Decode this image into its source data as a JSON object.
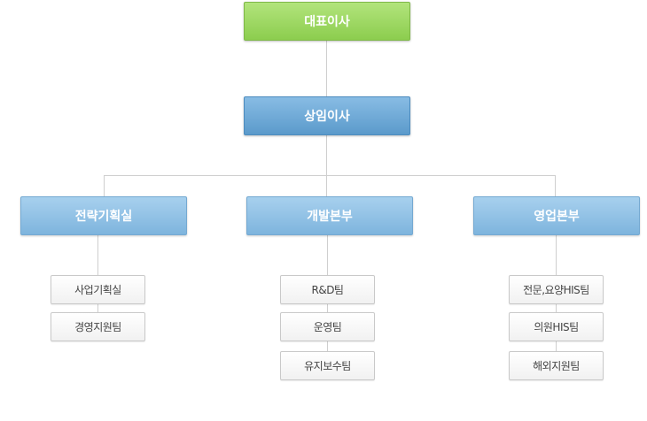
{
  "chart": {
    "ceo": "대표이사",
    "executive": "상임이사",
    "divisions": [
      {
        "name": "전략기획실",
        "teams": [
          "사업기획실",
          "경영지원팀"
        ]
      },
      {
        "name": "개발본부",
        "teams": [
          "R&D팀",
          "운영팀",
          "유지보수팀"
        ]
      },
      {
        "name": "영업본부",
        "teams": [
          "전문,요양HIS팀",
          "의원HIS팀",
          "해외지원팀"
        ]
      }
    ]
  },
  "colors": {
    "ceo": "#8ccd4e",
    "executive": "#5b9acb",
    "division": "#7eb4dd",
    "connector": "#cfcfcf"
  }
}
